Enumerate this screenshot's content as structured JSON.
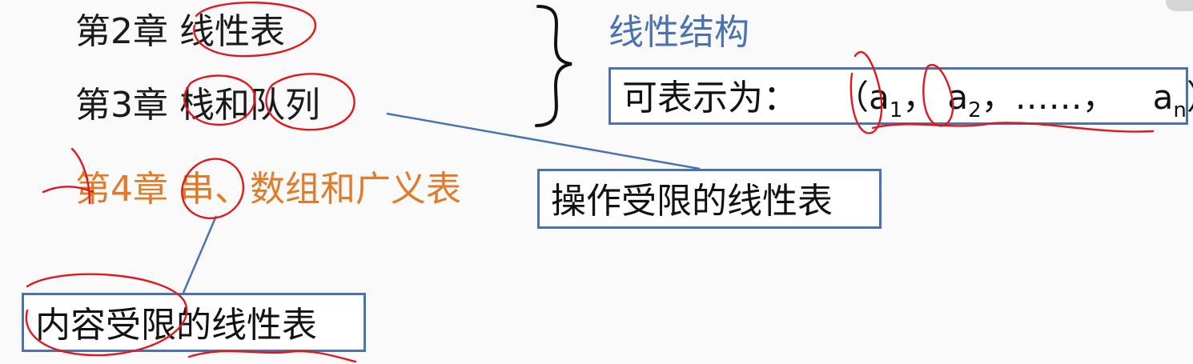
{
  "chapters": {
    "ch2": "第2章 线性表",
    "ch3": "第3章 栈和队列",
    "ch4": "第4章 串、数组和广义表"
  },
  "linear_structure": {
    "title": "线性结构",
    "repr_label": "可表示为：",
    "open_paren": "（",
    "a": "a",
    "sub1": "1",
    "sub2": "2",
    "subn": "n",
    "comma": "，",
    "ellipsis": "，……，",
    "close_paren": "）"
  },
  "notes": {
    "op_limited": "操作受限的线性表",
    "content_limited": "内容受限的线性表"
  },
  "colors": {
    "text": "#1a1a1a",
    "orange": "#e07b2a",
    "blue": "#4a72b0",
    "ink_red": "#e0181c"
  }
}
